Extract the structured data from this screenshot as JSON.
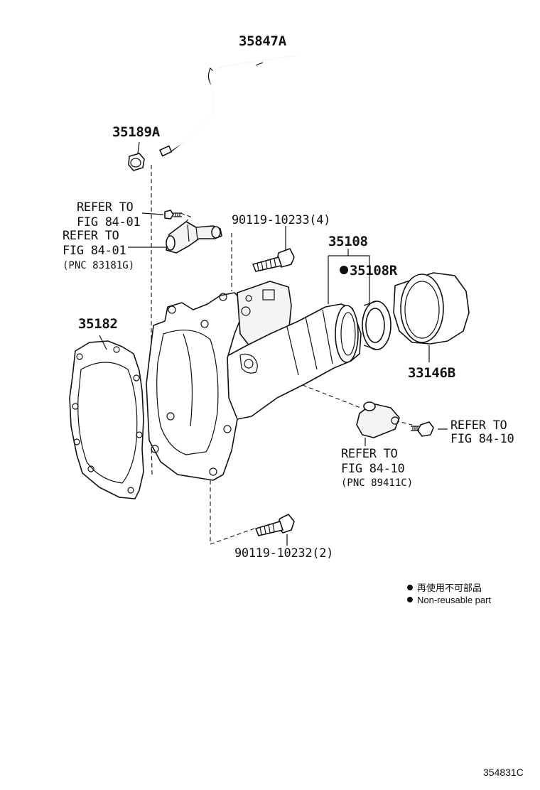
{
  "labels": {
    "breather_tube": "35847A",
    "breather_plug": "35189A",
    "refer_1_line1": "REFER TO",
    "refer_1_line2": "FIG 84-01",
    "refer_2_line1": "REFER TO",
    "refer_2_line2": "FIG 84-01",
    "refer_2_pnc": "(PNC 83181G)",
    "bolt_upper": "90119-10233(4)",
    "extension_housing": "35108",
    "oil_seal": "35108R",
    "gasket": "35182",
    "dust_deflector": "33146B",
    "refer_3_line1": "REFER TO",
    "refer_3_line2": "FIG 84-10",
    "refer_4_line1": "REFER TO",
    "refer_4_line2": "FIG 84-10",
    "refer_4_pnc": "(PNC 89411C)",
    "bolt_lower": "90119-10232(2)"
  },
  "legend": {
    "japanese": "再使用不可部品",
    "english": "Non-reusable part"
  },
  "illustration_code": "354831C"
}
